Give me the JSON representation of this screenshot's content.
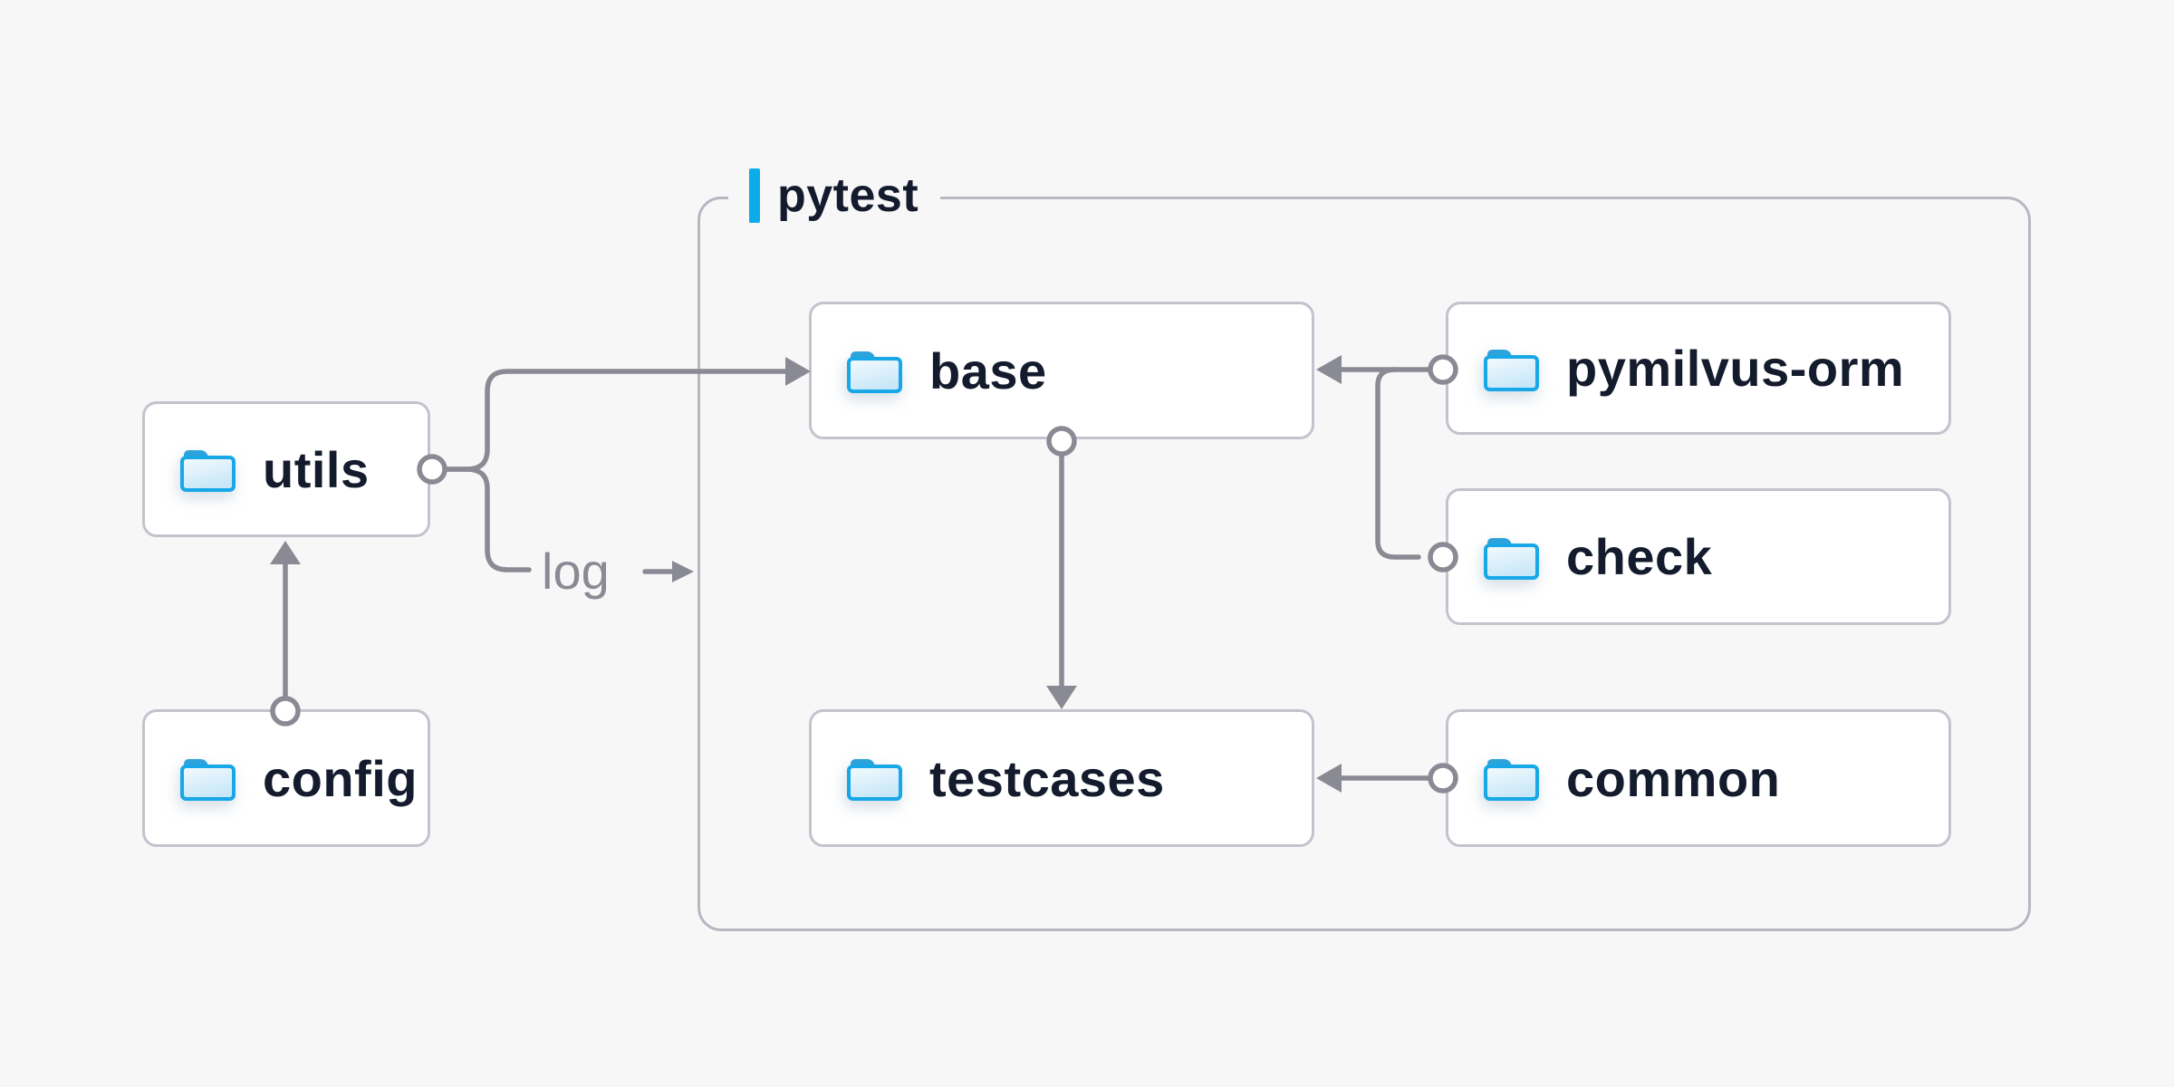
{
  "diagram": {
    "group": {
      "label": "pytest"
    },
    "edge_label": "log",
    "nodes": [
      {
        "id": "utils",
        "label": "utils",
        "icon": "folder-icon",
        "inside_group": false
      },
      {
        "id": "config",
        "label": "config",
        "icon": "folder-icon",
        "inside_group": false
      },
      {
        "id": "base",
        "label": "base",
        "icon": "folder-icon",
        "inside_group": true
      },
      {
        "id": "testcases",
        "label": "testcases",
        "icon": "folder-icon",
        "inside_group": true
      },
      {
        "id": "pymilvus-orm",
        "label": "pymilvus-orm",
        "icon": "folder-icon",
        "inside_group": true
      },
      {
        "id": "check",
        "label": "check",
        "icon": "folder-icon",
        "inside_group": true
      },
      {
        "id": "common",
        "label": "common",
        "icon": "folder-icon",
        "inside_group": true
      }
    ],
    "edges": [
      {
        "from": "utils",
        "to": "base",
        "label": ""
      },
      {
        "from": "utils",
        "to": "pytest-group",
        "label": "log"
      },
      {
        "from": "config",
        "to": "utils",
        "label": ""
      },
      {
        "from": "base",
        "to": "testcases",
        "label": ""
      },
      {
        "from": "pymilvus-orm",
        "to": "base",
        "label": ""
      },
      {
        "from": "check",
        "to": "base",
        "label": ""
      },
      {
        "from": "common",
        "to": "testcases",
        "label": ""
      }
    ]
  },
  "colors": {
    "bg": "#f7f7f8",
    "node-bg": "#ffffff",
    "node-border": "#c3c3cd",
    "group-border": "#b7b7c1",
    "text": "#131b2d",
    "line": "#8a8a94",
    "accent": "#0cacea",
    "folder-stroke": "#18a7e7",
    "folder-tab": "#2ea2da",
    "folder-fill-light": "#f4fbfe",
    "folder-fill-dark": "#c8e7f8"
  }
}
